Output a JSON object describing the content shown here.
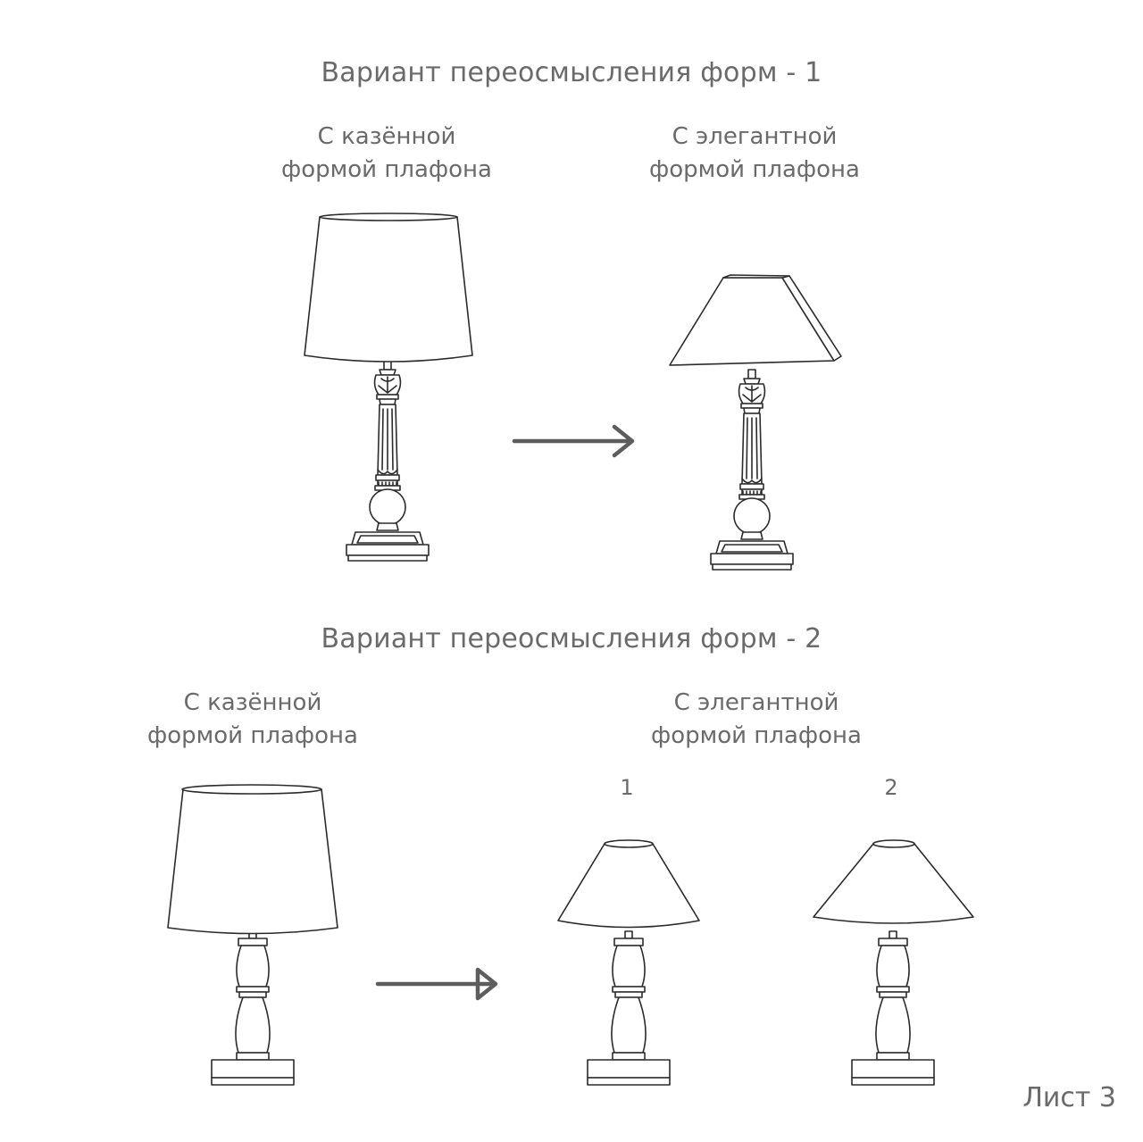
{
  "section1": {
    "title": "Вариант переосмысления форм - 1",
    "before_caption": [
      "С казённой",
      "формой плафона"
    ],
    "after_caption": [
      "С элегантной",
      "формой плафона"
    ]
  },
  "section2": {
    "title": "Вариант переосмысления форм - 2",
    "before_caption": [
      "С казённой",
      "формой плафона"
    ],
    "after_caption": [
      "С элегантной",
      "формой плафона"
    ],
    "option_1_label": "1",
    "option_2_label": "2"
  },
  "footer": {
    "sheet_label": "Лист 3"
  }
}
